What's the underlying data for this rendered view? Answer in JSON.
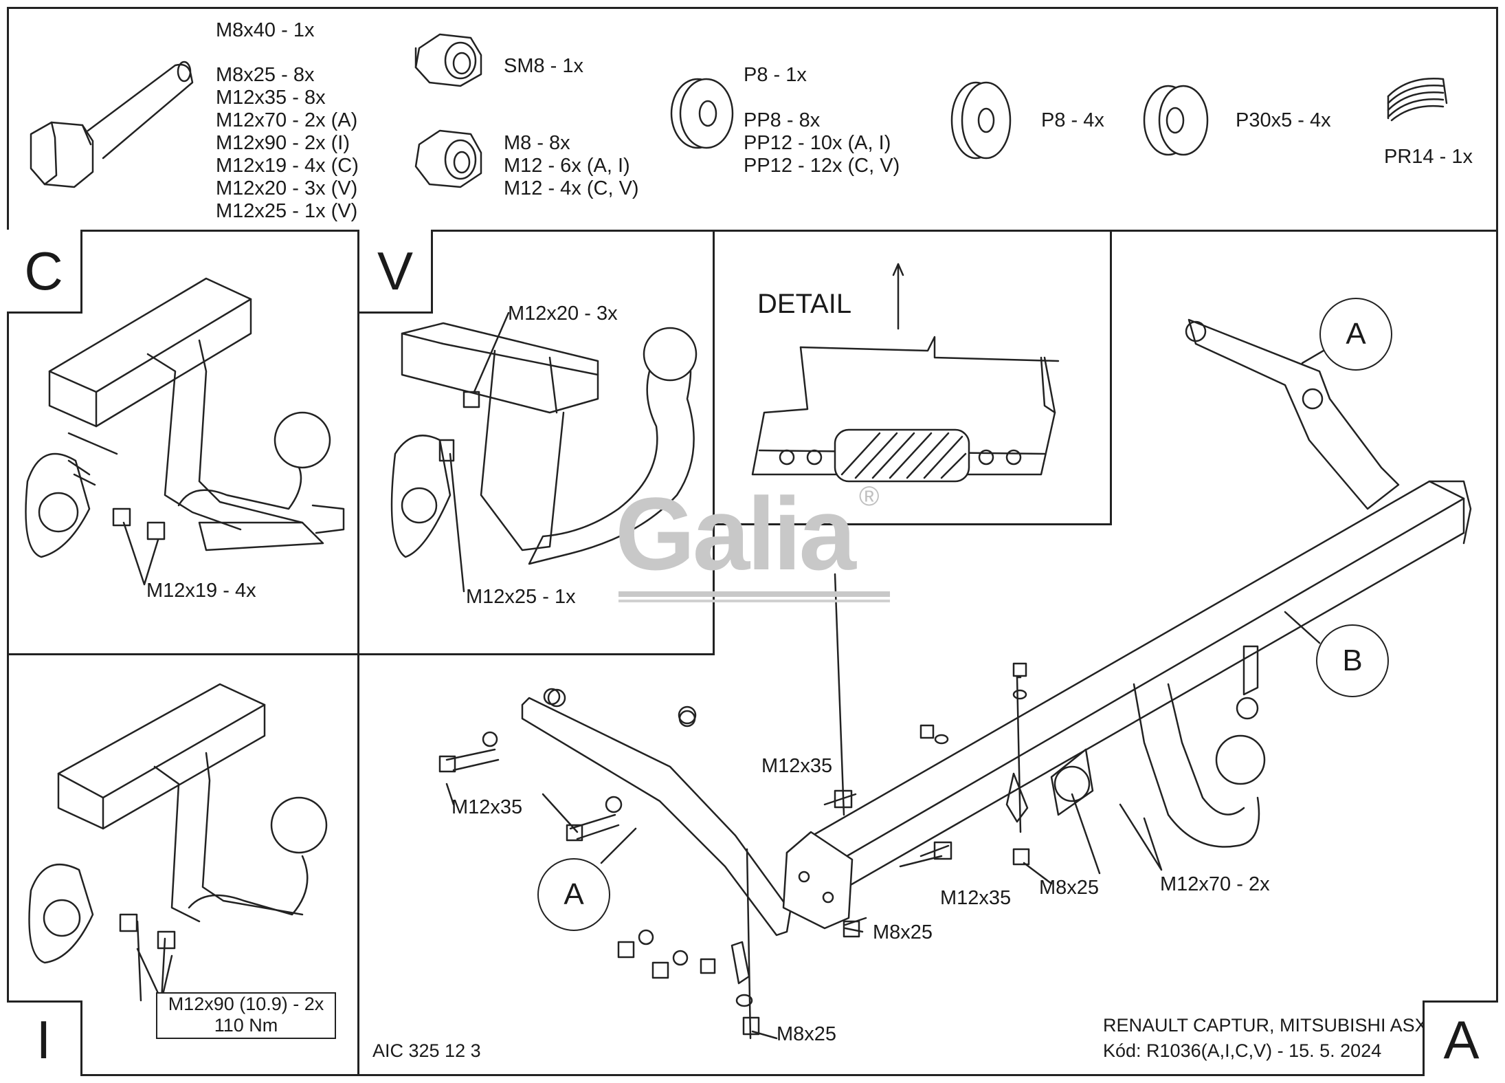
{
  "hardware": {
    "bolt_label_top": "M8x40 - 1x",
    "bolt_list": [
      "M8x25 - 8x",
      "M12x35 - 8x",
      "M12x70 - 2x (A)",
      "M12x90 - 2x (I)",
      "M12x19 - 4x (C)",
      "M12x20 - 3x (V)",
      "M12x25 - 1x (V)"
    ],
    "nut_sm8": "SM8 - 1x",
    "nut_list": [
      "M8 - 8x",
      "M12 - 6x (A, I)",
      "M12 - 4x (C, V)"
    ],
    "washer_p8_1": "P8 - 1x",
    "washer_list": [
      "PP8 - 8x",
      "PP12 - 10x (A, I)",
      "PP12 - 12x (C, V)"
    ],
    "washer_p8_4": "P8 - 4x",
    "washer_p30": "P30x5 - 4x",
    "spring": "PR14 - 1x"
  },
  "panel_c": {
    "letter": "C",
    "callout": "M12x19 - 4x"
  },
  "panel_v": {
    "letter": "V",
    "callout_top": "M12x20 - 3x",
    "callout_bottom": "M12x25 - 1x"
  },
  "detail": {
    "title": "DETAIL"
  },
  "panel_i": {
    "letter": "I",
    "callout_line1": "M12x90 (10.9) - 2x",
    "callout_line2": "110 Nm"
  },
  "main": {
    "labels": {
      "A_upper": "A",
      "B": "B",
      "A_lower": "A",
      "m12x35_top": "M12x35",
      "m12x35_left": "M12x35",
      "m12x35_mid": "M12x35",
      "m8x25_mid": "M8x25",
      "m8x25_right": "M8x25",
      "m8x25_bottom": "M8x25",
      "m12x70": "M12x70 - 2x"
    },
    "doc_code": "AIC 325 12 3",
    "vehicle": "RENAULT CAPTUR, MITSUBISHI ASX",
    "code_line": "Kód: R1036(A,I,C,V) - 15. 5. 2024",
    "corner_letter": "A"
  },
  "watermark": {
    "brand": "Galia",
    "reg": "®"
  }
}
